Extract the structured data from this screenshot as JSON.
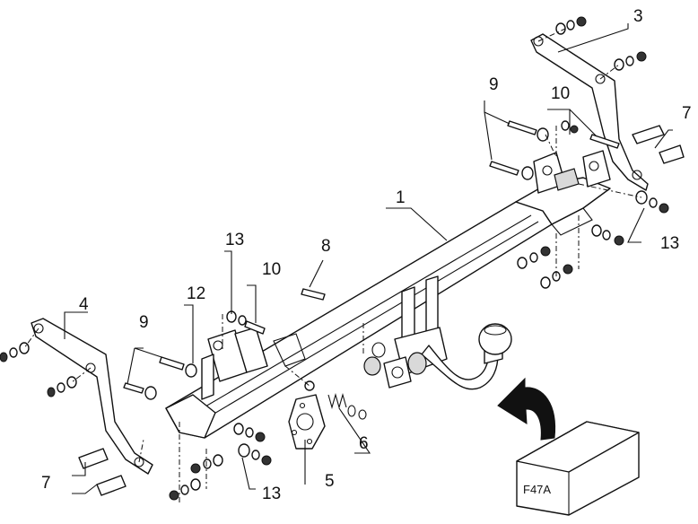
{
  "callouts": {
    "frame": "1",
    "bracket_right": "3",
    "bracket_left": "4",
    "socket_plate": "5",
    "spring": "6",
    "bolt_right": "7",
    "bolt_left": "7",
    "pin": "8",
    "screws_right": "9",
    "screws_left": "9",
    "bolt_pair_right": "10",
    "bolt_pair_left": "10",
    "clamp_left": "12",
    "washer_right": "13",
    "washer_left_top": "13",
    "washer_left_bottom": "13"
  },
  "model_box": {
    "label": "F47A"
  }
}
